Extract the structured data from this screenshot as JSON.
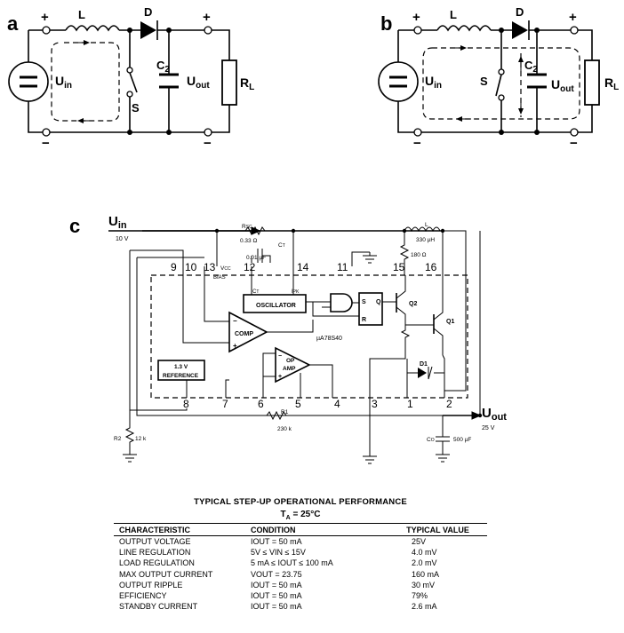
{
  "panels": {
    "a": {
      "letter": "a",
      "plus_in": "+",
      "plus_out": "+",
      "minus_in": "−",
      "minus_out": "−",
      "inductor": "L",
      "diode": "D",
      "switch": "S",
      "cap": "C",
      "cap_sub": "2",
      "vin": "U",
      "vin_sub": "in",
      "vout": "U",
      "vout_sub": "out",
      "load": "R",
      "load_sub": "L"
    },
    "b": {
      "letter": "b",
      "plus_in": "+",
      "plus_out": "+",
      "minus_in": "−",
      "minus_out": "−",
      "inductor": "L",
      "diode": "D",
      "switch": "S",
      "cap": "C",
      "cap_sub": "2",
      "vin": "U",
      "vin_sub": "in",
      "vout": "U",
      "vout_sub": "out",
      "load": "R",
      "load_sub": "L"
    },
    "c": {
      "letter": "c",
      "uin": "U",
      "uin_sub": "in",
      "uin_value": "10 V",
      "uout": "U",
      "uout_sub": "out",
      "uout_value": "25 V",
      "rsc": "R",
      "rsc_sub": "SC",
      "rsc_value": "0.33 Ω",
      "ct": "C",
      "ct_sub": "T",
      "ct_value": "0.01 µF",
      "l_label": "L",
      "l_value": "330 µH",
      "r180": "180 Ω",
      "vcc": "V",
      "vcc_sub": "CC",
      "bias": "BIAS",
      "pins_top": [
        "9",
        "10",
        "13",
        "12",
        "14",
        "11",
        "15",
        "16"
      ],
      "pins_bottom": [
        "8",
        "7",
        "6",
        "5",
        "4",
        "3",
        "1",
        "2"
      ],
      "oscillator": "OSCILLATOR",
      "osc_ct": "C",
      "osc_ct_sub": "T",
      "osc_ipk": "I",
      "osc_ipk_sub": "PK",
      "ff_s": "S",
      "ff_r": "R",
      "ff_q": "Q",
      "q2": "Q2",
      "q1": "Q1",
      "d1": "D1",
      "comp": "COMP",
      "ic_name": "µA78S40",
      "ref_line1": "1.3 V",
      "ref_line2": "REFERENCE",
      "op": "OP",
      "amp": "AMP",
      "r1": "R1",
      "r1_value": "230 k",
      "r2": "R2",
      "r2_value": "12 k",
      "co": "C",
      "co_sub": "O",
      "co_value": "500 µF",
      "minus": "−",
      "plus": "+"
    }
  },
  "table": {
    "title": "TYPICAL STEP-UP OPERATIONAL PERFORMANCE",
    "cond_t": "T",
    "cond_sub": "A",
    "cond_rest": " = 25°C",
    "headers": [
      "CHARACTERISTIC",
      "CONDITION",
      "TYPICAL VALUE"
    ],
    "rows": [
      {
        "characteristic": "OUTPUT VOLTAGE",
        "condition": "IOUT = 50 mA",
        "value": "25V"
      },
      {
        "characteristic": "LINE REGULATION",
        "condition": "5V ≤ VIN ≤ 15V",
        "value": "4.0 mV"
      },
      {
        "characteristic": "LOAD REGULATION",
        "condition": "5 mA ≤ IOUT ≤ 100 mA",
        "value": "2.0 mV"
      },
      {
        "characteristic": "MAX OUTPUT CURRENT",
        "condition": "VOUT = 23.75",
        "value": "160 mA"
      },
      {
        "characteristic": "OUTPUT RIPPLE",
        "condition": "IOUT = 50 mA",
        "value": "30 mV"
      },
      {
        "characteristic": "EFFICIENCY",
        "condition": "IOUT = 50 mA",
        "value": "79%"
      },
      {
        "characteristic": "STANDBY CURRENT",
        "condition": "IOUT = 50 mA",
        "value": "2.6 mA"
      }
    ]
  }
}
